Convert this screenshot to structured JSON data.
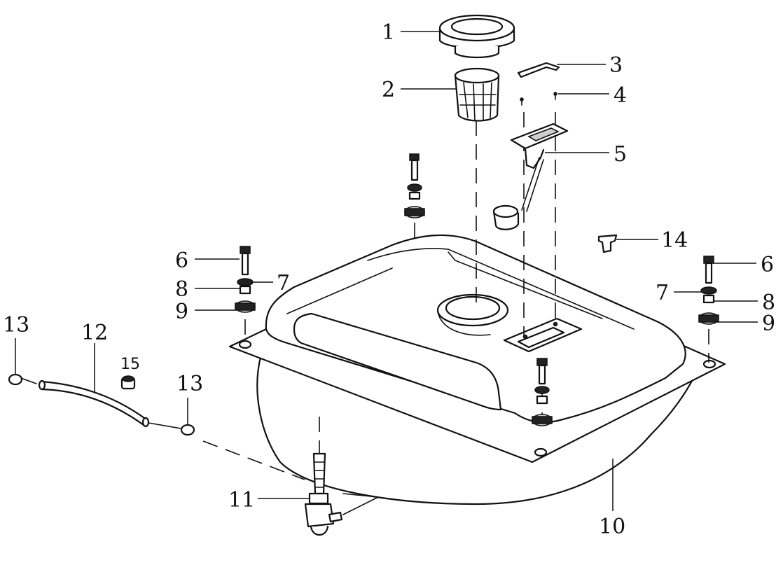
{
  "diagram": {
    "callouts": {
      "c1": "1",
      "c2": "2",
      "c3": "3",
      "c4": "4",
      "c5": "5",
      "c6_left": "6",
      "c6_right": "6",
      "c7_left": "7",
      "c7_right": "7",
      "c8_left": "8",
      "c8_right": "8",
      "c9_left": "9",
      "c9_right": "9",
      "c10": "10",
      "c11": "11",
      "c12": "12",
      "c13_left": "13",
      "c13_right": "13",
      "c14": "14",
      "c15": "15"
    }
  }
}
